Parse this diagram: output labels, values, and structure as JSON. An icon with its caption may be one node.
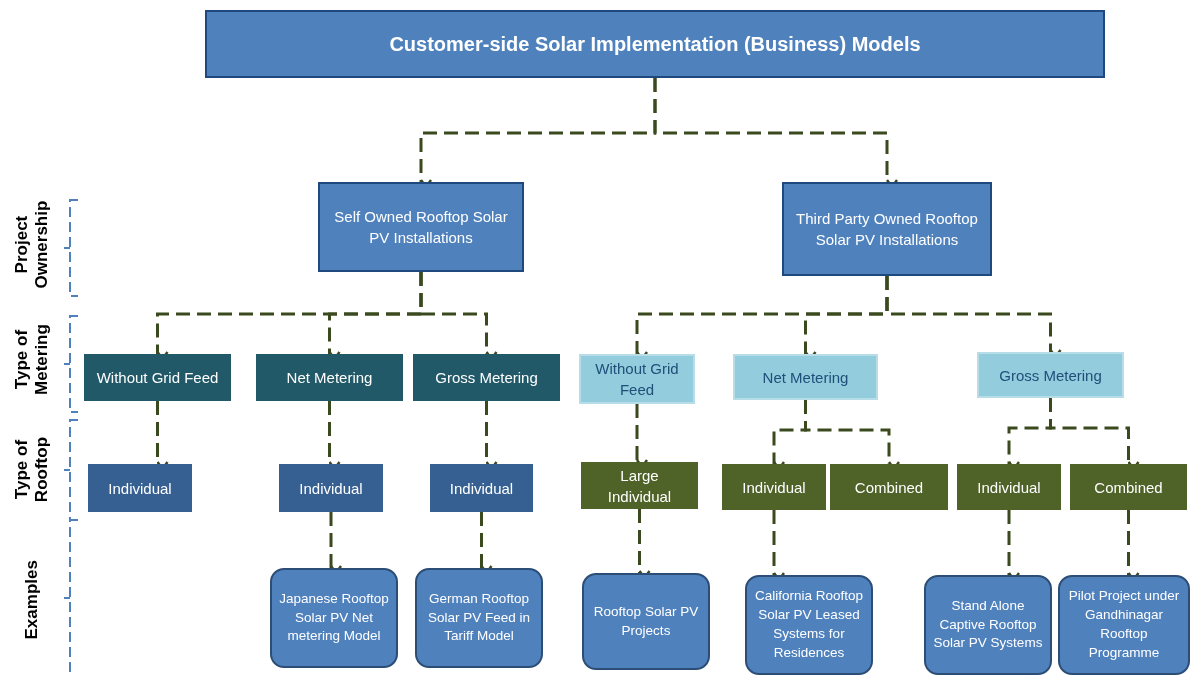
{
  "diagram": {
    "nodes": [
      {
        "text": [
          "Customer-side Solar Implementation (Business) Models"
        ]
      },
      {
        "text": [
          "Self Owned Rooftop Solar PV Installations"
        ]
      },
      {
        "text": [
          "Third Party Owned Rooftop Solar PV Installations"
        ]
      },
      {
        "text": [
          "Without Grid Feed"
        ]
      },
      {
        "text": [
          "Net Metering"
        ]
      },
      {
        "text": [
          "Gross Metering"
        ]
      },
      {
        "text": [
          "Without Grid Feed"
        ]
      },
      {
        "text": [
          "Net Metering"
        ]
      },
      {
        "text": [
          "Gross Metering"
        ]
      },
      {
        "text": [
          "Individual"
        ]
      },
      {
        "text": [
          "Individual"
        ]
      },
      {
        "text": [
          "Individual"
        ]
      },
      {
        "text": [
          "Large Individual"
        ]
      },
      {
        "text": [
          "Individual"
        ]
      },
      {
        "text": [
          "Combined"
        ]
      },
      {
        "text": [
          "Individual"
        ]
      },
      {
        "text": [
          "Combined"
        ]
      },
      {
        "text": [
          "Japanese Rooftop Solar PV Net metering Model"
        ]
      },
      {
        "text": [
          "German Rooftop Solar PV Feed in Tariff Model"
        ]
      },
      {
        "text": [
          "Rooftop Solar PV Projects"
        ]
      },
      {
        "text": [
          "California Rooftop Solar PV Leased Systems for Residences"
        ]
      },
      {
        "text": [
          "Stand Alone Captive Rooftop Solar PV Systems"
        ]
      },
      {
        "text": [
          "Pilot Project under Gandhinagar Rooftop Programme"
        ]
      }
    ],
    "edges": [
      {
        "from": 0,
        "to": 1,
        "arrow": "to",
        "style": "dashed"
      },
      {
        "from": 0,
        "to": 2,
        "arrow": "to",
        "style": "dashed"
      },
      {
        "from": 1,
        "to": 3,
        "arrow": "to",
        "style": "dashed"
      },
      {
        "from": 1,
        "to": 4,
        "arrow": "to",
        "style": "dashed"
      },
      {
        "from": 1,
        "to": 5,
        "arrow": "to",
        "style": "dashed"
      },
      {
        "from": 2,
        "to": 6,
        "arrow": "to",
        "style": "dashed"
      },
      {
        "from": 2,
        "to": 7,
        "arrow": "to",
        "style": "dashed"
      },
      {
        "from": 2,
        "to": 8,
        "arrow": "to",
        "style": "dashed"
      },
      {
        "from": 3,
        "to": 9,
        "arrow": "to",
        "style": "dashed"
      },
      {
        "from": 4,
        "to": 10,
        "arrow": "to",
        "style": "dashed"
      },
      {
        "from": 5,
        "to": 11,
        "arrow": "to",
        "style": "dashed"
      },
      {
        "from": 6,
        "to": 12,
        "arrow": "to",
        "style": "dashed"
      },
      {
        "from": 7,
        "to": 13,
        "arrow": "to",
        "style": "dashed"
      },
      {
        "from": 7,
        "to": 14,
        "arrow": "to",
        "style": "dashed"
      },
      {
        "from": 8,
        "to": 15,
        "arrow": "to",
        "style": "dashed"
      },
      {
        "from": 8,
        "to": 16,
        "arrow": "to",
        "style": "dashed"
      },
      {
        "from": 10,
        "to": 17,
        "arrow": "to",
        "style": "dashed"
      },
      {
        "from": 11,
        "to": 18,
        "arrow": "to",
        "style": "dashed"
      },
      {
        "from": 12,
        "to": 19,
        "arrow": "to",
        "style": "dashed"
      },
      {
        "from": 13,
        "to": 20,
        "arrow": "to",
        "style": "dashed"
      },
      {
        "from": 15,
        "to": 21,
        "arrow": "to",
        "style": "dashed"
      },
      {
        "from": 16,
        "to": 22,
        "arrow": "to",
        "style": "dashed"
      }
    ],
    "labels": [
      "Project Ownership",
      "Type of Metering",
      "Type of Rooftop",
      "Examples"
    ]
  }
}
